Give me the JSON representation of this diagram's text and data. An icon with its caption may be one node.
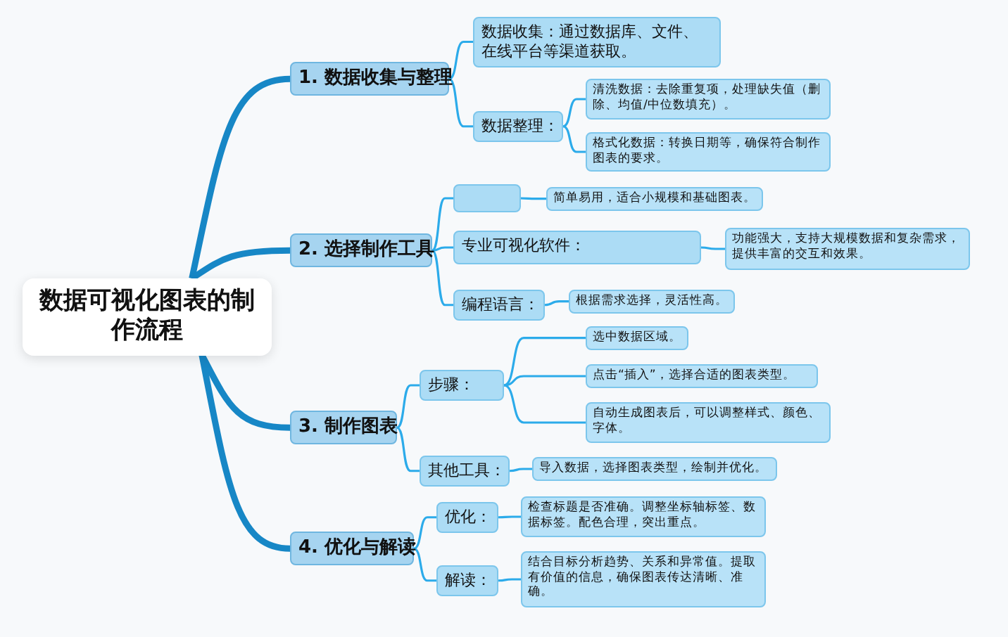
{
  "diagram": {
    "nodes": [
      {
        "text": [
          "数据可视化图表的制作流程"
        ]
      },
      {
        "text": [
          "1. 数据收集与整理"
        ]
      },
      {
        "text": [
          "数据收集：通过数据库、文件、在线平台等渠道获取。"
        ]
      },
      {
        "text": [
          "数据整理："
        ]
      },
      {
        "text": [
          "清洗数据：去除重复项，处理缺失值（删除、均值/中位数填充）。"
        ]
      },
      {
        "text": [
          "格式化数据：转换日期等，确保符合制作图表的要求。"
        ]
      },
      {
        "text": [
          "2. 选择制作工具"
        ]
      },
      {
        "text": [],
        "shape": "box"
      },
      {
        "text": [
          "简单易用，适合小规模和基础图表。"
        ]
      },
      {
        "text": [
          "专业可视化软件："
        ]
      },
      {
        "text": [
          "功能强大，支持大规模数据和复杂需求，提供丰富的交互和效果。"
        ]
      },
      {
        "text": [
          "编程语言："
        ]
      },
      {
        "text": [
          "根据需求选择，灵活性高。"
        ]
      },
      {
        "text": [
          "3. 制作图表"
        ]
      },
      {
        "text": [
          "步骤："
        ]
      },
      {
        "text": [
          "选中数据区域。"
        ]
      },
      {
        "text": [
          "点击“插入”，选择合适的图表类型。"
        ]
      },
      {
        "text": [
          "自动生成图表后，可以调整样式、颜色、字体。"
        ]
      },
      {
        "text": [
          "其他工具："
        ]
      },
      {
        "text": [
          "导入数据，选择图表类型，绘制并优化。"
        ]
      },
      {
        "text": [
          "4. 优化与解读"
        ]
      },
      {
        "text": [
          "优化："
        ]
      },
      {
        "text": [
          "检查标题是否准确。调整坐标轴标签、数据标签。配色合理，突出重点。"
        ]
      },
      {
        "text": [
          "解读："
        ]
      },
      {
        "text": [
          "结合目标分析趋势、关系和异常值。提取有价值的信息，确保图表传达清晰、准确。"
        ]
      }
    ],
    "edges": [
      {
        "from": 0,
        "to": 1,
        "arrow": "none",
        "style": "thick",
        "color": "#1787c6"
      },
      {
        "from": 1,
        "to": 2,
        "arrow": "none"
      },
      {
        "from": 1,
        "to": 3,
        "arrow": "none"
      },
      {
        "from": 3,
        "to": 4,
        "arrow": "none"
      },
      {
        "from": 3,
        "to": 5,
        "arrow": "none"
      },
      {
        "from": 0,
        "to": 6,
        "arrow": "none",
        "style": "thick",
        "color": "#1787c6"
      },
      {
        "from": 6,
        "to": 7,
        "arrow": "none"
      },
      {
        "from": 7,
        "to": 8,
        "arrow": "none"
      },
      {
        "from": 6,
        "to": 9,
        "arrow": "none"
      },
      {
        "from": 9,
        "to": 10,
        "arrow": "none"
      },
      {
        "from": 6,
        "to": 11,
        "arrow": "none"
      },
      {
        "from": 11,
        "to": 12,
        "arrow": "none"
      },
      {
        "from": 0,
        "to": 13,
        "arrow": "none",
        "style": "thick",
        "color": "#1787c6"
      },
      {
        "from": 13,
        "to": 14,
        "arrow": "none"
      },
      {
        "from": 14,
        "to": 15,
        "arrow": "none"
      },
      {
        "from": 14,
        "to": 16,
        "arrow": "none"
      },
      {
        "from": 14,
        "to": 17,
        "arrow": "none"
      },
      {
        "from": 13,
        "to": 18,
        "arrow": "none"
      },
      {
        "from": 18,
        "to": 19,
        "arrow": "none"
      },
      {
        "from": 0,
        "to": 20,
        "arrow": "none",
        "style": "thick",
        "color": "#1787c6"
      },
      {
        "from": 20,
        "to": 21,
        "arrow": "none"
      },
      {
        "from": 21,
        "to": 22,
        "arrow": "none"
      },
      {
        "from": 20,
        "to": 23,
        "arrow": "none"
      },
      {
        "from": 23,
        "to": 24,
        "arrow": "none"
      }
    ]
  }
}
